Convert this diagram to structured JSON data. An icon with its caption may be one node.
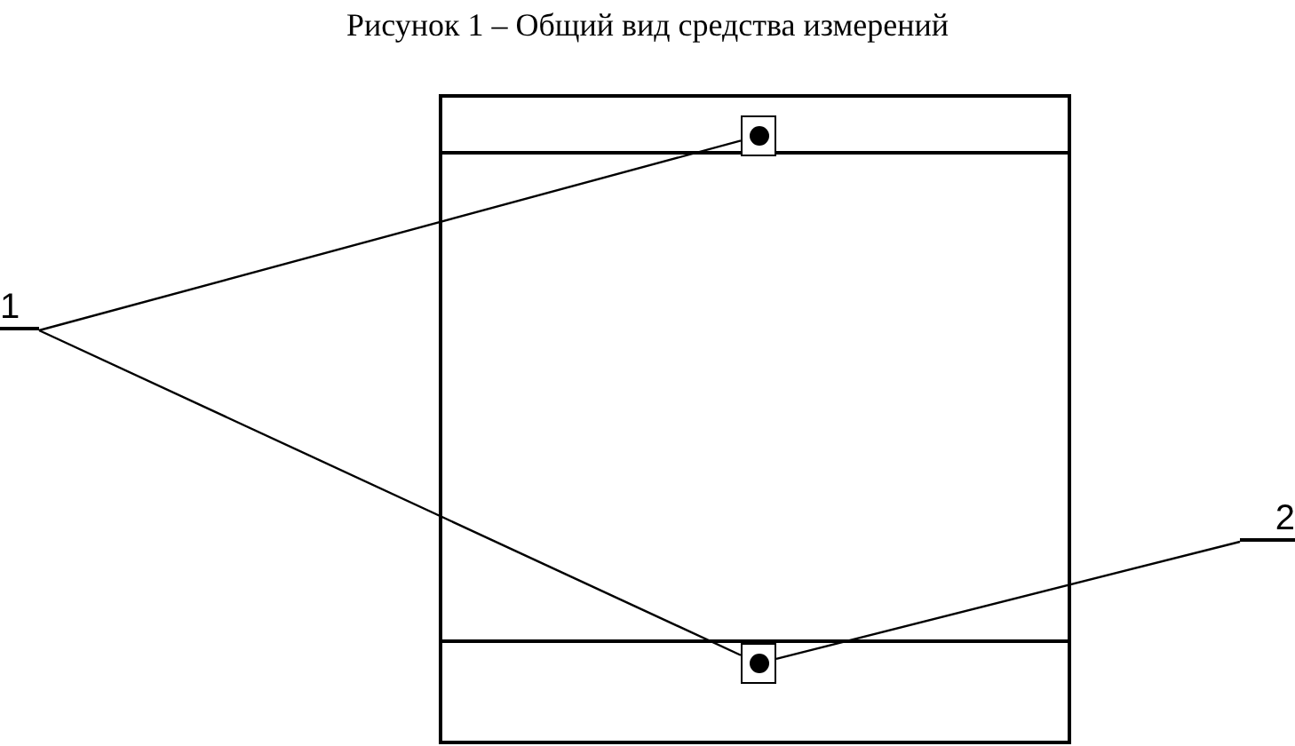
{
  "diagram": {
    "title": "Рисунок 1 – Общий вид средства измерений",
    "nodes": [
      {
        "text": [
          "1"
        ]
      },
      {
        "text": [
          "2"
        ]
      },
      {
        "text": [],
        "shape": "box"
      },
      {
        "text": [],
        "shape": "box"
      }
    ],
    "edges": [
      {
        "from": 0,
        "to": 2,
        "arrow": "none"
      },
      {
        "from": 0,
        "to": 3,
        "arrow": "none"
      },
      {
        "from": 1,
        "to": 3,
        "arrow": "none"
      }
    ]
  }
}
